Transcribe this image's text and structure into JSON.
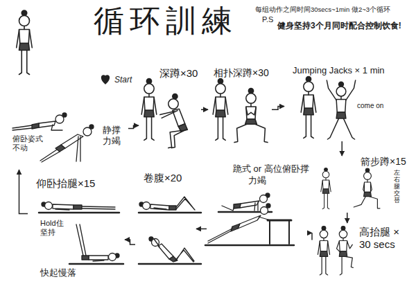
{
  "diagram": {
    "title": "循环訓練",
    "nodes": [
      {
        "text": [
          "静撑 力竭",
          "俯卧姿式 不动"
        ]
      },
      {
        "text": [
          "深蹲×30"
        ]
      },
      {
        "text": [
          "相扑深蹲×30"
        ]
      },
      {
        "text": [
          "Jumping Jacks × 1 min",
          "come on"
        ]
      },
      {
        "text": [
          "箭步蹲×15",
          "左右腿交替"
        ]
      },
      {
        "text": [
          "高抬腿 × 30 secs"
        ]
      },
      {
        "text": [
          "跪式 or 高位俯卧撑",
          "力竭"
        ]
      },
      {
        "text": [
          "卷腹×20"
        ]
      },
      {
        "text": [
          "仰卧抬腿×15",
          "Hold住 坚持",
          "快起慢落"
        ]
      }
    ],
    "edges": [
      {
        "from": 0,
        "to": 1,
        "arrow": "to"
      },
      {
        "from": 1,
        "to": 2,
        "arrow": "to"
      },
      {
        "from": 2,
        "to": 3,
        "arrow": "to"
      },
      {
        "from": 3,
        "to": 4,
        "arrow": "to"
      },
      {
        "from": 4,
        "to": 5,
        "arrow": "to"
      },
      {
        "from": 5,
        "to": 6,
        "arrow": "to"
      },
      {
        "from": 6,
        "to": 7,
        "arrow": "to"
      },
      {
        "from": 7,
        "to": 8,
        "arrow": "to"
      },
      {
        "from": 8,
        "to": 0,
        "arrow": "to"
      }
    ],
    "labels": [
      "Start",
      "每组动作之间时间30secs~1min 做2~3个循环",
      "P.S",
      "健身坚持3个月同时配合控制饮食!"
    ]
  }
}
